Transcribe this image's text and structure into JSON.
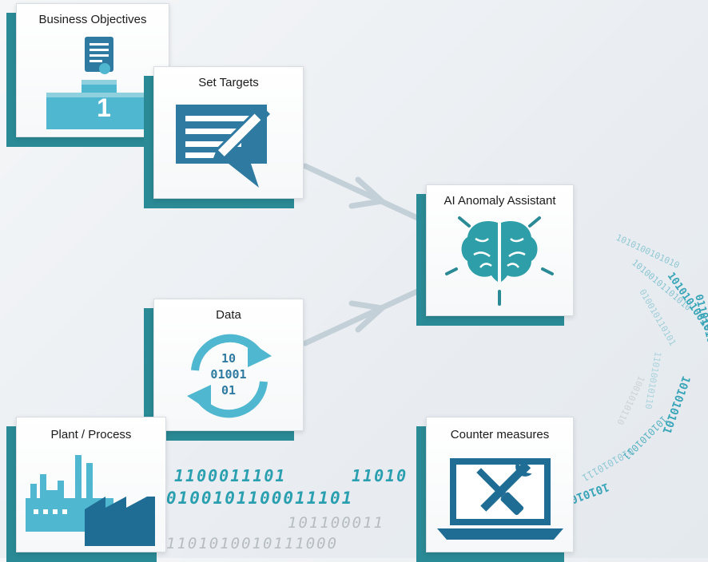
{
  "nodes": {
    "business_objectives": "Business Objectives",
    "set_targets": "Set Targets",
    "data": "Data",
    "plant_process": "Plant / Process",
    "ai_assistant": "AI Anomaly Assistant",
    "counter_measures": "Counter measures"
  },
  "icon_text": {
    "podium_number": "1",
    "data_line1": "10",
    "data_line2": "01001",
    "data_line3": "01"
  },
  "binary": {
    "row1a": "1100011101",
    "row1b": "11010",
    "row2": "0100101100011101",
    "row3": "101100011",
    "row4": "1101010010111000"
  },
  "colors": {
    "teal": "#2a8a95",
    "icon_blue": "#2e7aa0",
    "icon_cyan": "#4fb7cf",
    "arrow": "#c3d0d8"
  }
}
